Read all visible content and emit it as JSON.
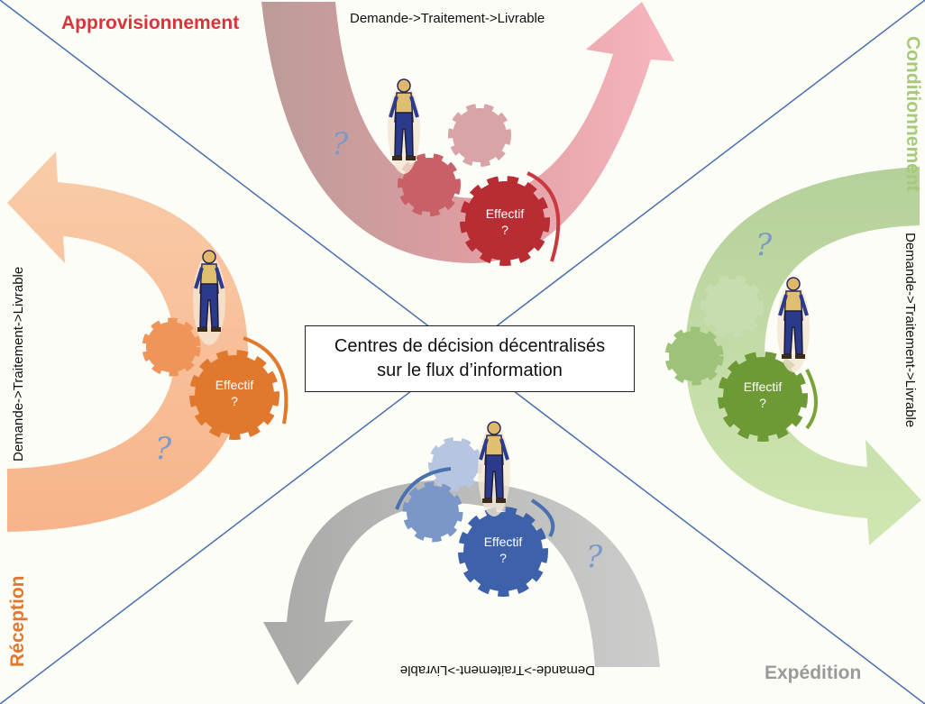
{
  "center": {
    "line1": "Centres de décision décentralisés",
    "line2": "sur le flux d’information"
  },
  "flow_text": "Demande->Traitement->Livrable",
  "gear_text": {
    "main": "Effectif",
    "sub": "?"
  },
  "question_mark": "?",
  "quadrants": {
    "top": {
      "title": "Approvisionnement",
      "color": "#c9393f",
      "title_color": "#d9343a",
      "icon": "worker-figure-icon"
    },
    "right": {
      "title": "Conditionnement",
      "color": "#7aa33a",
      "title_color": "#a6c97a",
      "icon": "worker-figure-icon"
    },
    "bottom": {
      "title": "Expédition",
      "color": "#4a72b0",
      "title_color": "#9a9a9a",
      "icon": "worker-figure-icon"
    },
    "left": {
      "title": "Réception",
      "color": "#e0792e",
      "title_color": "#e0792e",
      "icon": "worker-figure-icon"
    }
  }
}
